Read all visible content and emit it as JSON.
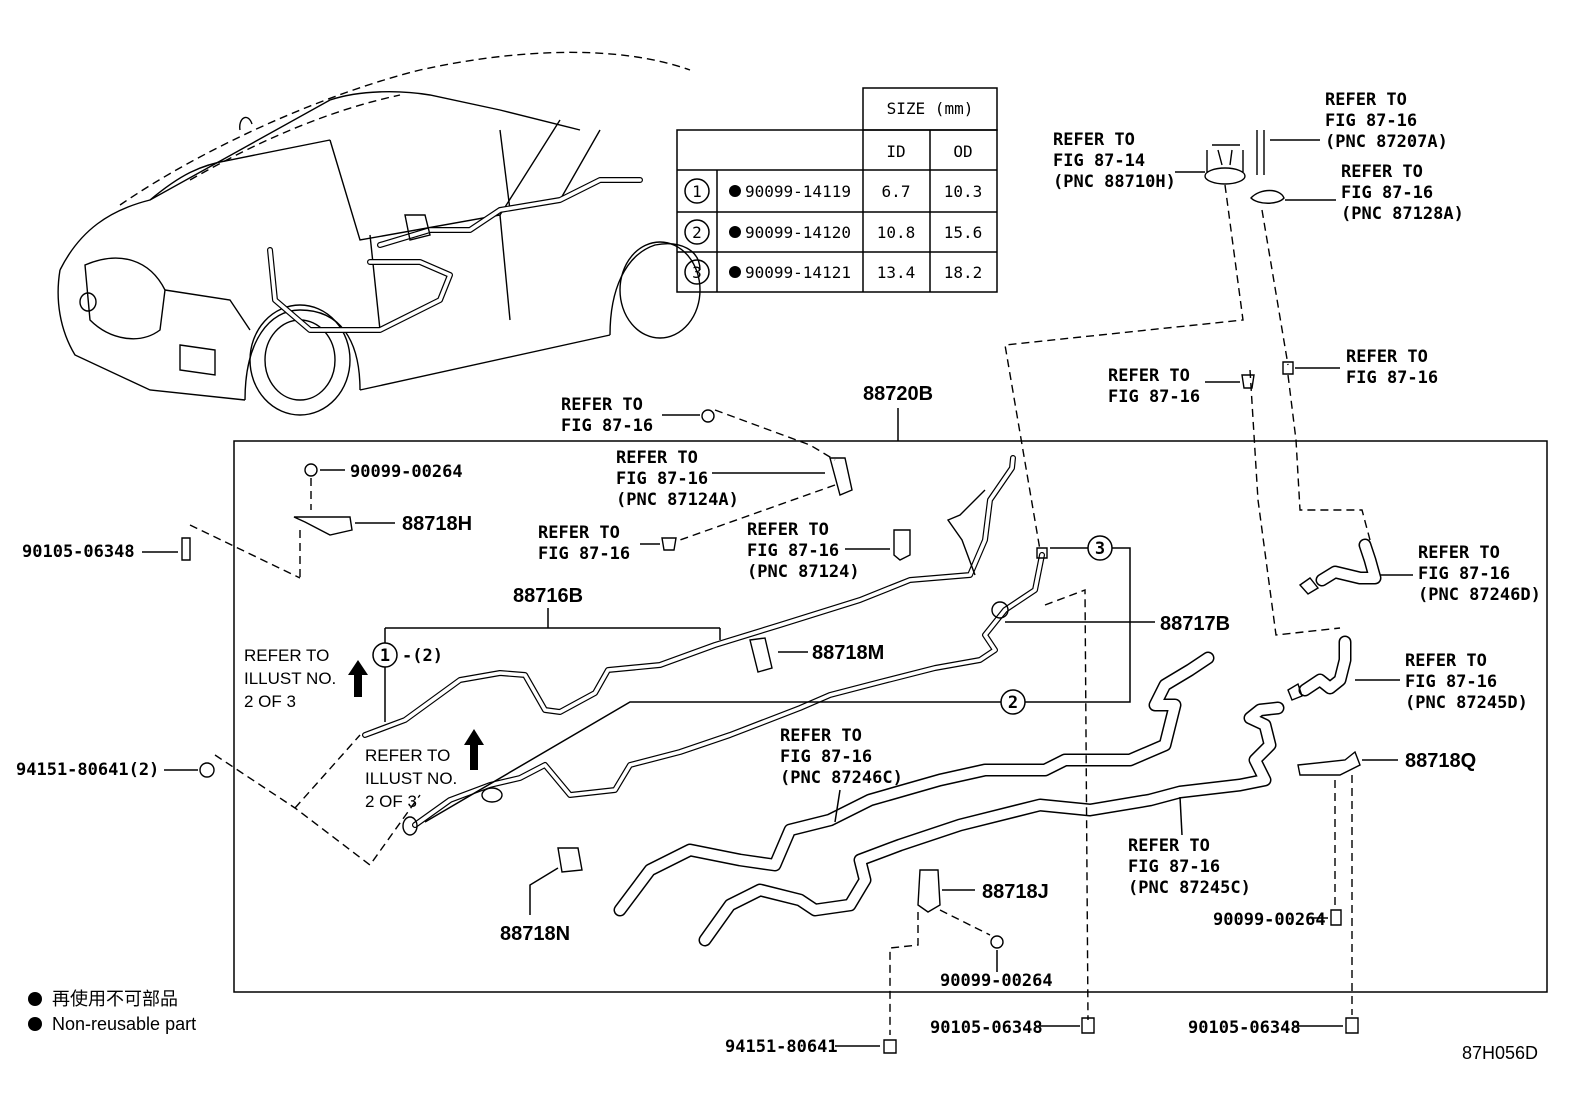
{
  "size_table": {
    "header": "SIZE (mm)",
    "col_id": "ID",
    "col_od": "OD",
    "rows": [
      {
        "num": "1",
        "part": "90099-14119",
        "id": "6.7",
        "od": "10.3"
      },
      {
        "num": "2",
        "part": "90099-14120",
        "id": "10.8",
        "od": "15.6"
      },
      {
        "num": "3",
        "part": "90099-14121",
        "id": "13.4",
        "od": "18.2"
      }
    ]
  },
  "refs": {
    "r_88710h": [
      "REFER TO",
      "FIG 87-14",
      "(PNC 88710H)"
    ],
    "r_87207a": [
      "REFER TO",
      "FIG 87-16",
      "(PNC 87207A)"
    ],
    "r_87128a": [
      "REFER TO",
      "FIG 87-16",
      "(PNC 87128A)"
    ],
    "r_fig_right": [
      "REFER TO",
      "FIG 87-16"
    ],
    "r_fig_mid": [
      "REFER TO",
      "FIG 87-16"
    ],
    "r_fig_top": [
      "REFER TO",
      "FIG 87-16"
    ],
    "r_87124a": [
      "REFER TO",
      "FIG 87-16",
      "(PNC 87124A)"
    ],
    "r_fig_left": [
      "REFER TO",
      "FIG 87-16"
    ],
    "r_87124": [
      "REFER TO",
      "FIG 87-16",
      "(PNC 87124)"
    ],
    "r_87246d": [
      "REFER TO",
      "FIG 87-16",
      "(PNC 87246D)"
    ],
    "r_87245d": [
      "REFER TO",
      "FIG 87-16",
      "(PNC 87245D)"
    ],
    "r_87246c": [
      "REFER TO",
      "FIG 87-16",
      "(PNC 87246C)"
    ],
    "r_87245c": [
      "REFER TO",
      "FIG 87-16",
      "(PNC 87245C)"
    ],
    "illust_1": [
      "REFER TO",
      "ILLUST NO.",
      "2 OF 3"
    ],
    "illust_2": [
      "REFER TO",
      "ILLUST NO.",
      "2 OF 3"
    ]
  },
  "parts": {
    "p88720b": "88720B",
    "p88718h": "88718H",
    "p88716b": "88716B",
    "p88717b": "88717B",
    "p88718m": "88718M",
    "p88718n": "88718N",
    "p88718j": "88718J",
    "p88718q": "88718Q",
    "b_90099_top": "90099-00264",
    "b_90105_left": "90105-06348",
    "b_94151_left": "94151-80641(2)",
    "b_90099_right": "90099-00264",
    "b_90099_bottom": "90099-00264",
    "b_94151_bottom": "94151-80641",
    "b_90105_mid": "90105-06348",
    "b_90105_right": "90105-06348"
  },
  "callouts": {
    "c1": "1",
    "c1_suffix": "-(2)",
    "c2": "2",
    "c3": "3"
  },
  "legend": {
    "jp": "再使用不可部品",
    "en": "Non-reusable part"
  },
  "diagram_code": "87H056D"
}
